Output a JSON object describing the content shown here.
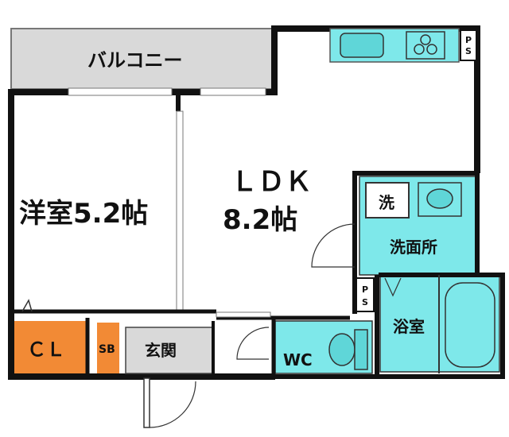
{
  "rooms": {
    "balcony": "バルコニー",
    "western_room": "洋室5.2帖",
    "ldk_name": "ＬＤＫ",
    "ldk_size": "8.2帖",
    "washroom_mark": "洗",
    "washroom": "洗面所",
    "bathroom": "浴室",
    "closet": "ＣＬ",
    "shoe_box": "SB",
    "entrance": "玄関",
    "toilet": "WC",
    "ps_top_1": "P",
    "ps_top_2": "S",
    "ps_mid_1": "P",
    "ps_mid_2": "S"
  },
  "colors": {
    "wall": "#111111",
    "balcony_fill": "#d9d9d9",
    "wet_area_fill": "#7ee8ea",
    "closet_fill": "#f28a35",
    "entrance_fill": "#d9d9d9",
    "fixture_fill": "#5fd6d8"
  }
}
